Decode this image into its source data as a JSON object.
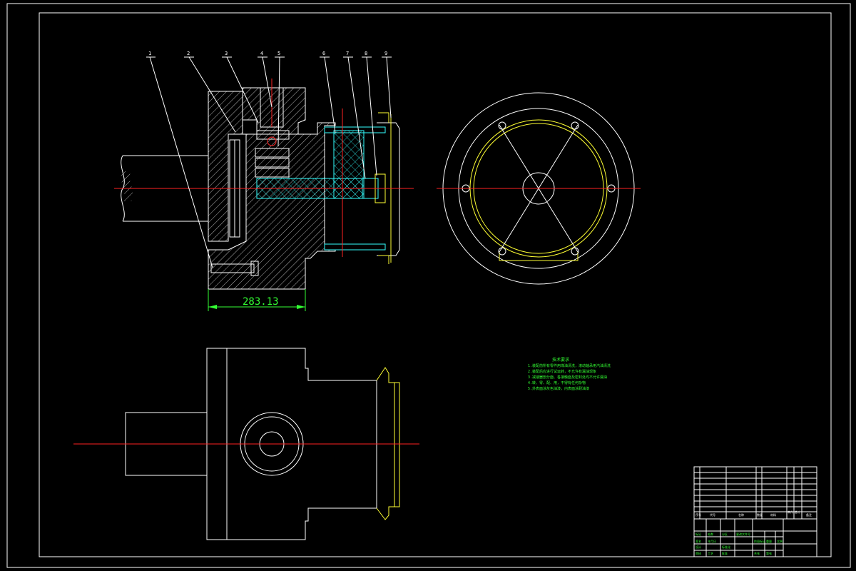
{
  "drawing": {
    "dimension_value": "283.13",
    "balloons": [
      "1",
      "2",
      "3",
      "4",
      "5",
      "6",
      "7",
      "8",
      "9"
    ],
    "technical_notes": {
      "title": "技术要求",
      "lines": [
        "1.装配前所有零件用煤油清洗，滚动轴承用汽油清洗",
        "2.装配后应进行试运转，不允许有漏油现象",
        "3.减速器剖分面、各接触面及密封处均不允许漏油",
        "4.转、零、配、用，不得有任何杂物",
        "5.外表面涂灰色油漆，内表面涂耐油漆"
      ]
    },
    "title_block": {
      "header": [
        "序号",
        "代号",
        "名称",
        "数量",
        "材料",
        "单件",
        "总计",
        "备注"
      ],
      "bottom_labels": [
        "标记",
        "处数",
        "分区",
        "更改文件号",
        "签名",
        "年月日",
        "设计",
        "标准化",
        "审核",
        "工艺",
        "批准",
        "阶段标记",
        "重量",
        "比例",
        "共张",
        "第张"
      ]
    }
  }
}
